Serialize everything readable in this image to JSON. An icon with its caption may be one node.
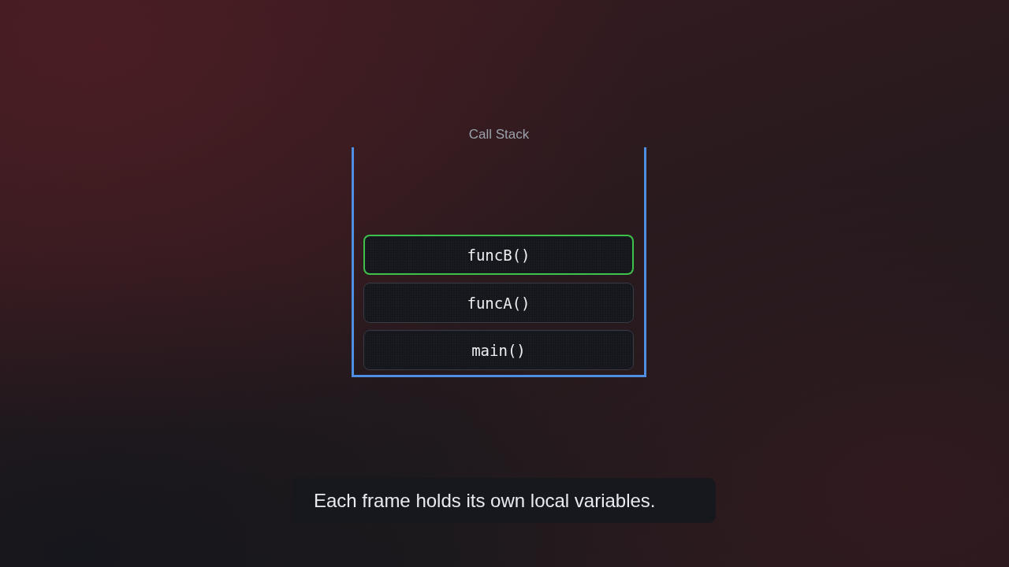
{
  "diagram": {
    "caption": "Each frame holds its own local variables.",
    "nodes": [
      {
        "text": [
          "Call Stack"
        ]
      },
      {
        "text": [
          "funcB()"
        ],
        "in": 0
      },
      {
        "text": [
          "funcA()"
        ],
        "in": 0
      },
      {
        "text": [
          "main()"
        ],
        "in": 0
      }
    ]
  }
}
